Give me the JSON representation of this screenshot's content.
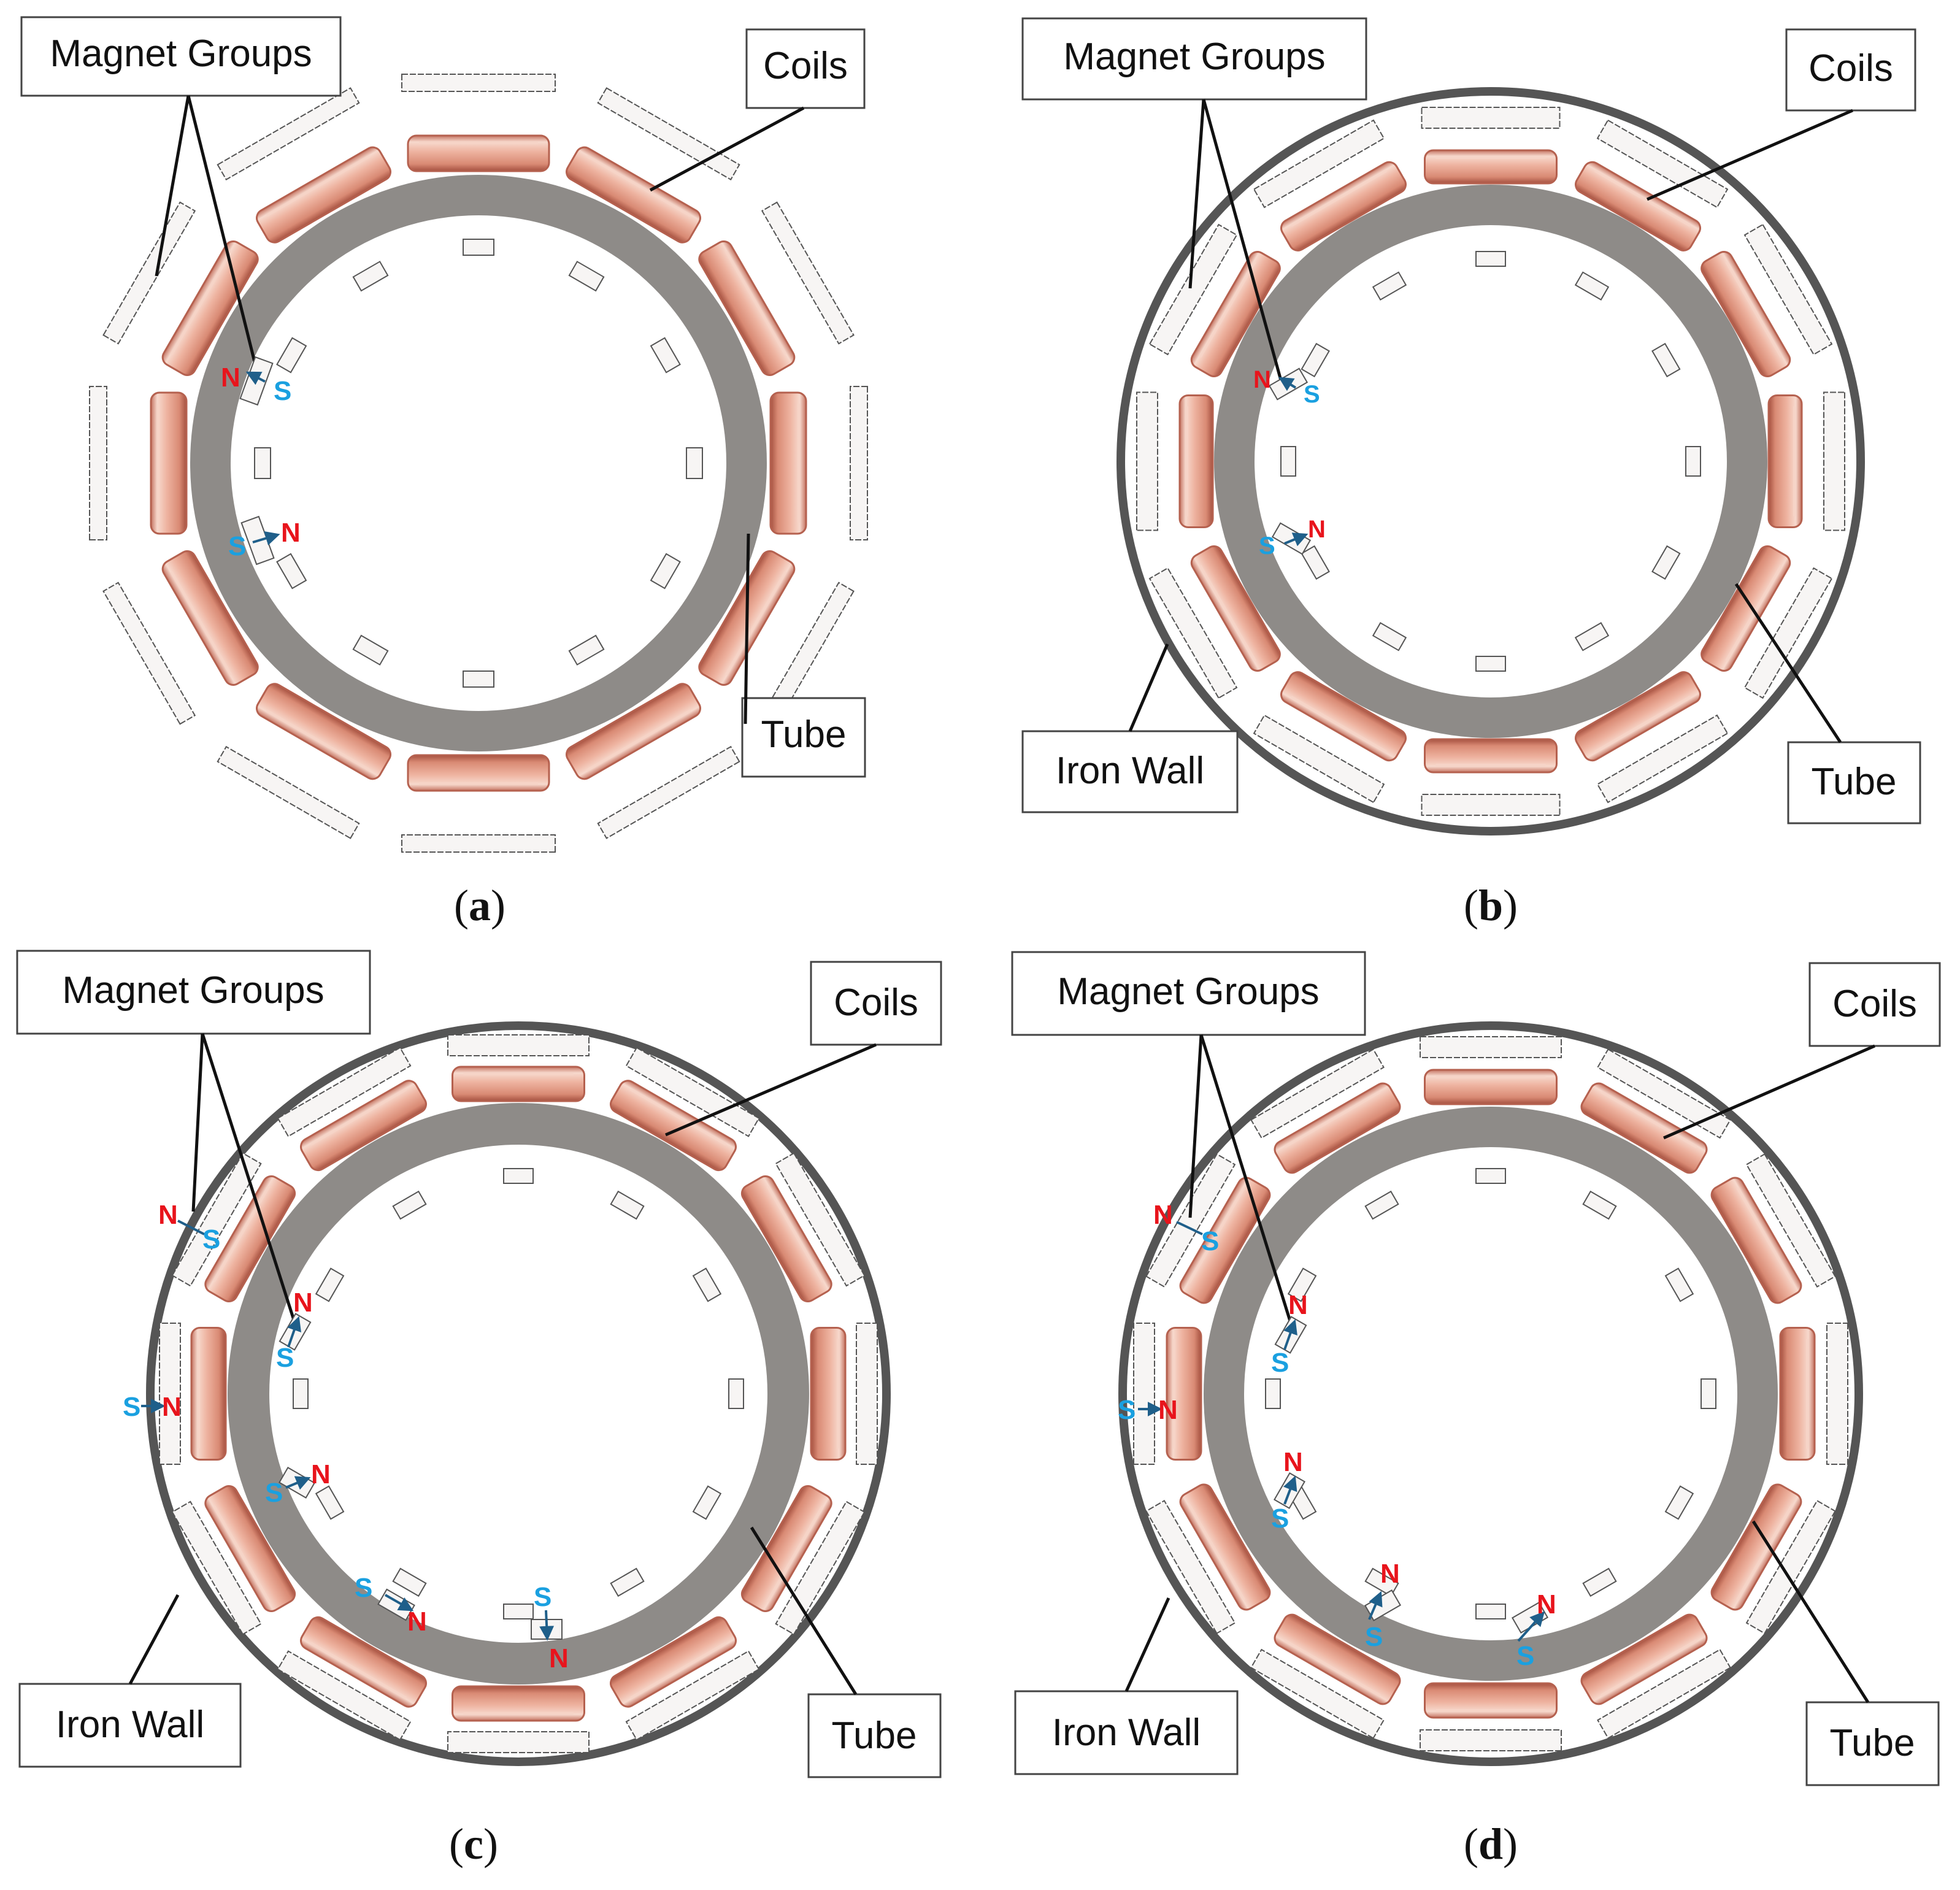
{
  "colors": {
    "tube": "#8e8b88",
    "tube_stroke": "#3a3a3a",
    "coil_fill": "#e9a892",
    "coil_dark": "#b5614f",
    "coil_light": "#f6d4c7",
    "magnet_fill": "#f7f5f4",
    "magnet_stroke": "#555555",
    "north": "#e8141c",
    "south": "#1aa0e0",
    "arrow": "#1f5f8a",
    "iron_wall": "#555555",
    "label_border": "#444444",
    "text": "#111111"
  },
  "labels": {
    "magnet_groups": "Magnet Groups",
    "coils": "Coils",
    "tube": "Tube",
    "iron_wall": "Iron Wall"
  },
  "poles": {
    "north": "N",
    "south": "S"
  },
  "panels": [
    {
      "id": "a",
      "caption_letter": "a",
      "iron_wall": false
    },
    {
      "id": "b",
      "caption_letter": "b",
      "iron_wall": true
    },
    {
      "id": "c",
      "caption_letter": "c",
      "iron_wall": true
    },
    {
      "id": "d",
      "caption_letter": "d",
      "iron_wall": true
    }
  ]
}
